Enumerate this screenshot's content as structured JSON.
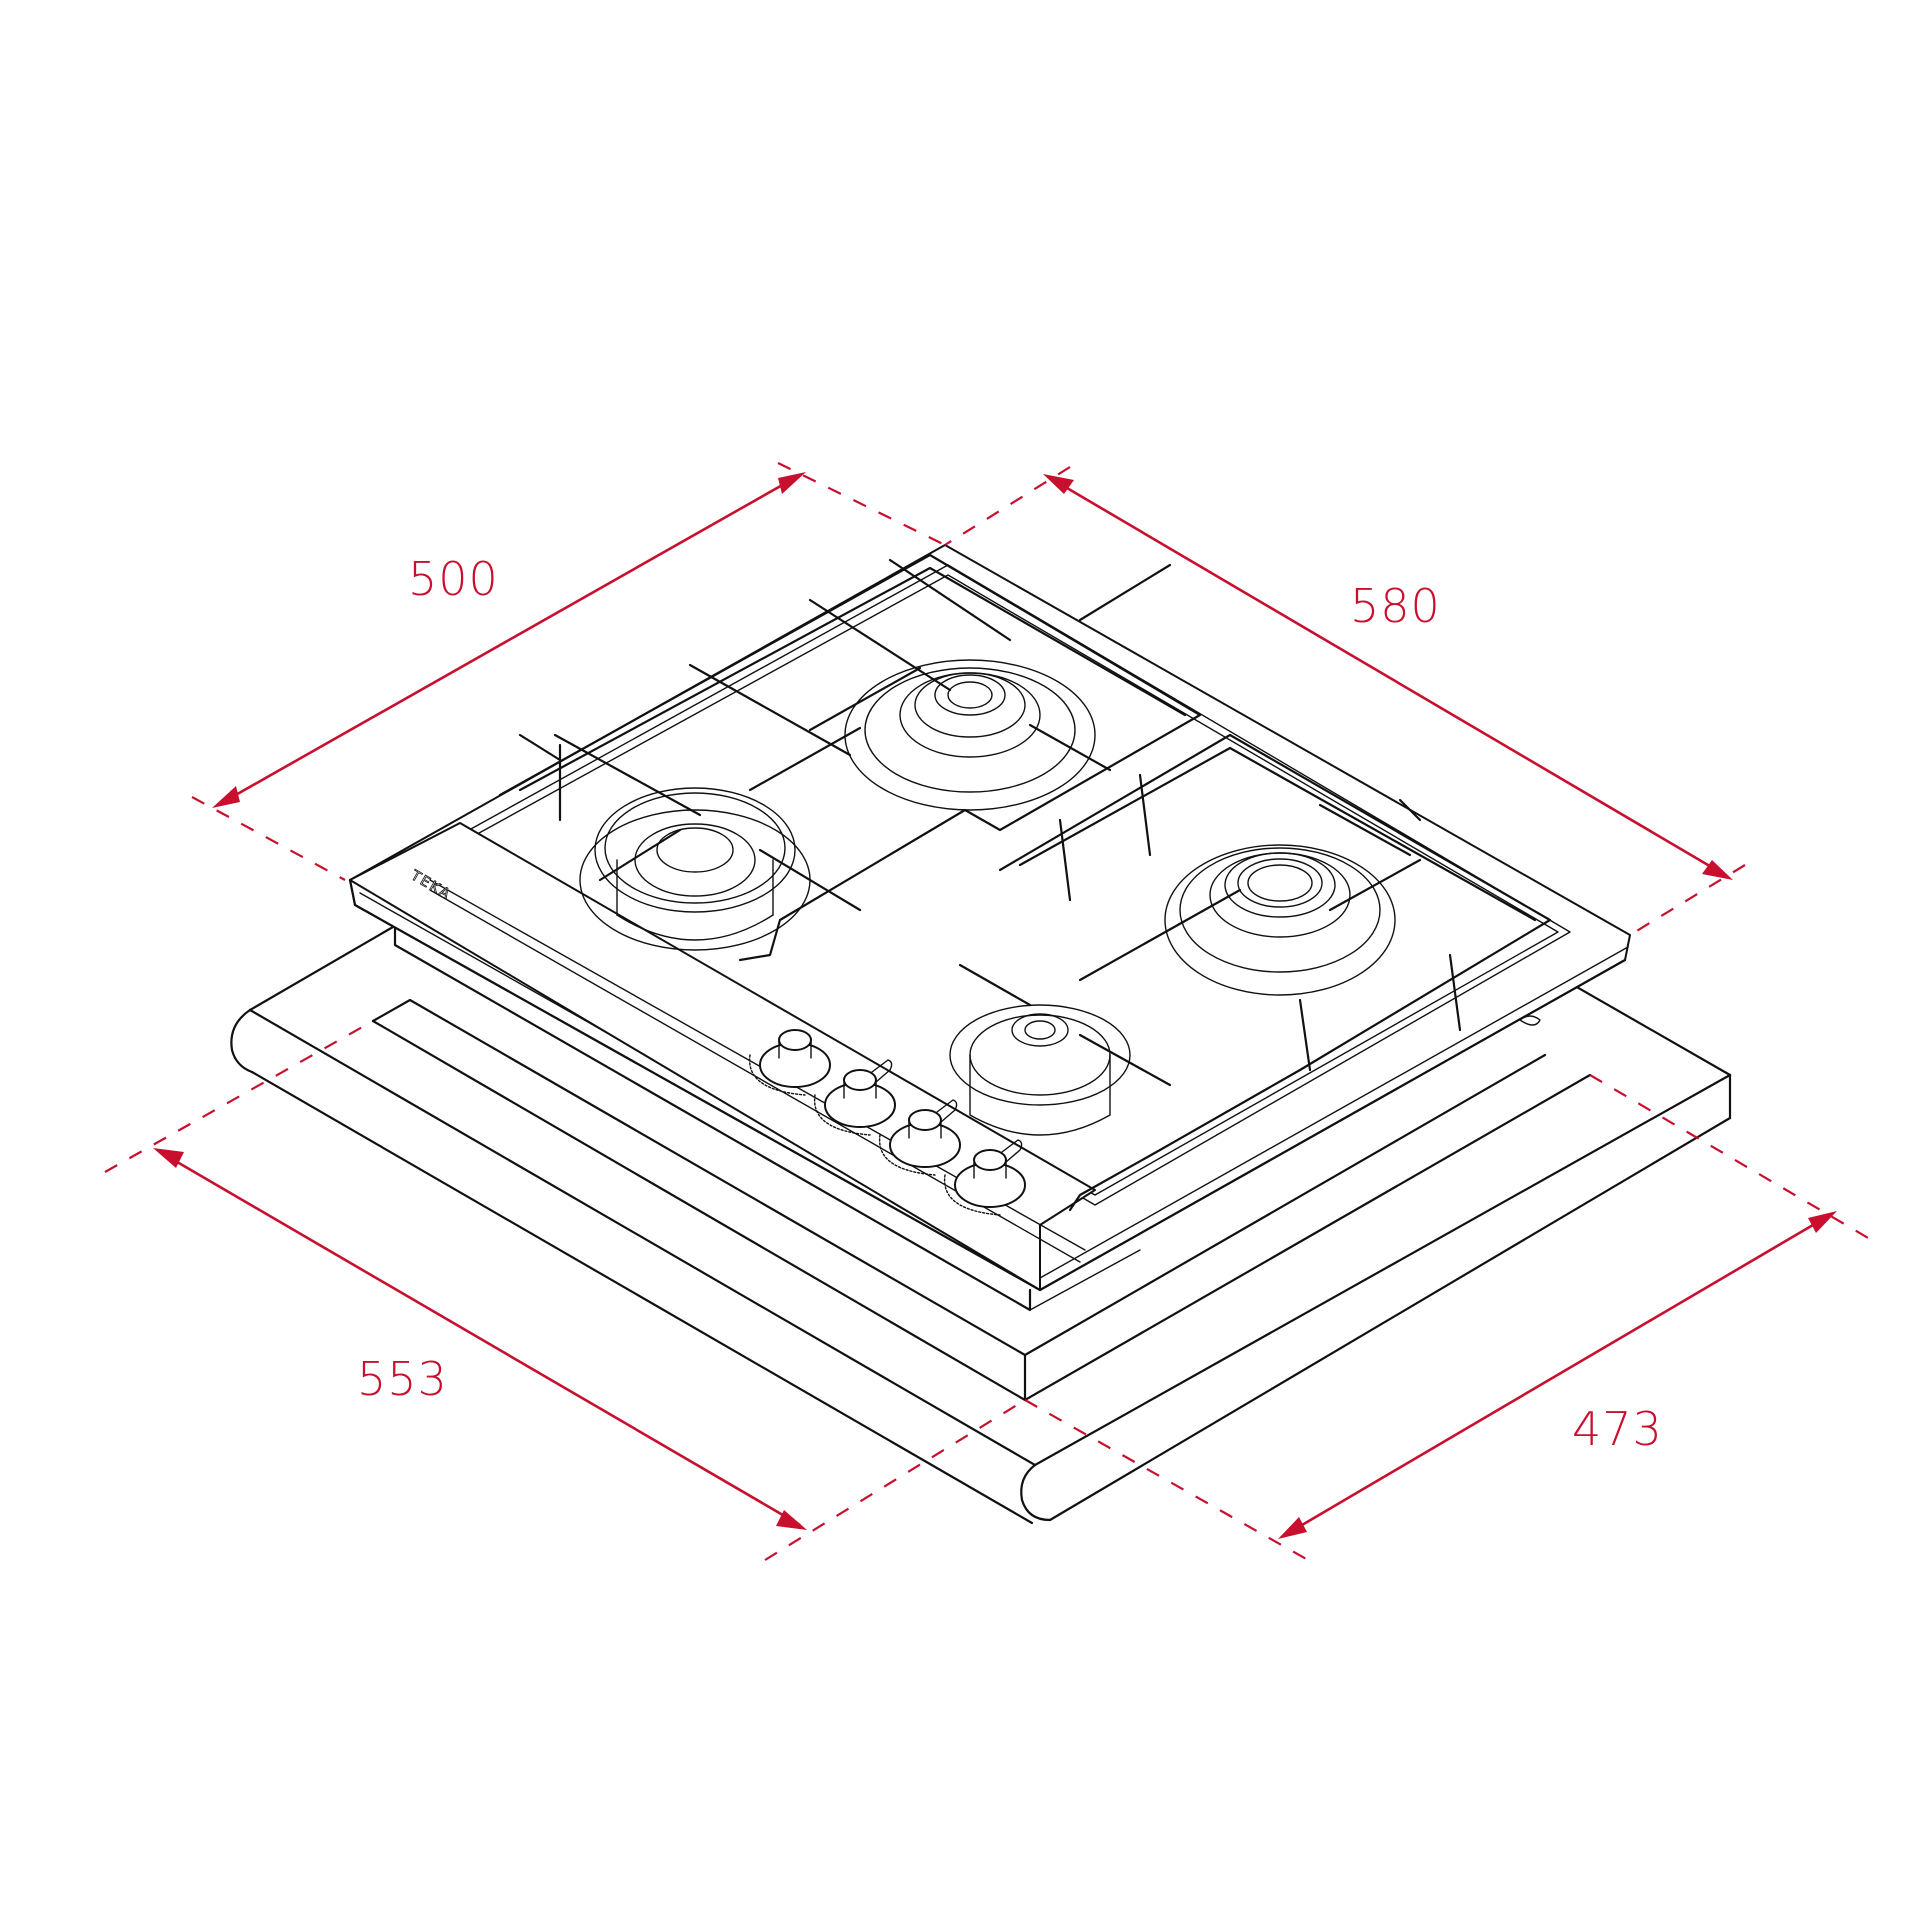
{
  "figure": {
    "subject": "Gas hob with 4 burners and 4 control knobs, installed in countertop cut-out (isometric dimension drawing)",
    "brand_mark": "TEKA",
    "units": "mm",
    "colors": {
      "line_art": "#111111",
      "dimension": "#c8102e",
      "background": "#ffffff"
    }
  },
  "dimensions": {
    "hob_depth": {
      "label": "500",
      "value": 500
    },
    "hob_width": {
      "label": "580",
      "value": 580
    },
    "cutout_width": {
      "label": "553",
      "value": 553
    },
    "cutout_depth": {
      "label": "473",
      "value": 473
    }
  },
  "components": {
    "burners": [
      {
        "name": "rear-left",
        "type": "semi-rapid"
      },
      {
        "name": "front-left",
        "type": "wok/rapid"
      },
      {
        "name": "rear-right",
        "type": "rapid"
      },
      {
        "name": "front-right",
        "type": "auxiliary"
      }
    ],
    "knobs_count": 4,
    "pan_supports_count": 2
  }
}
